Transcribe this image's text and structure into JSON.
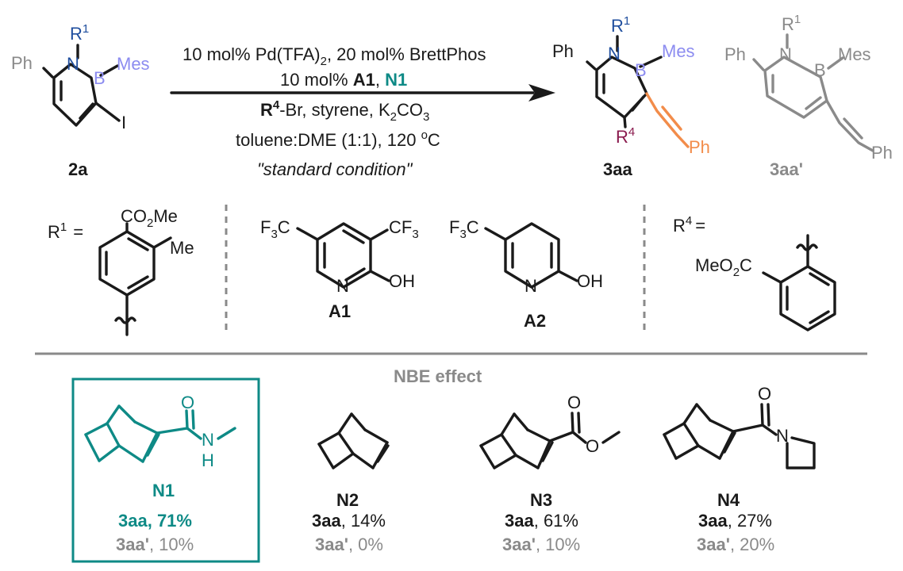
{
  "colors": {
    "nitrogen": "#1f4e9e",
    "boron": "#8c8cf0",
    "r4": "#8a1a4e",
    "styrene": "#f28c4a",
    "n1": "#0e8a86",
    "gray": "#8a8a8a",
    "ink": "#1a1a1a"
  },
  "reaction": {
    "reactant": {
      "id": "2a",
      "atoms": {
        "ph": "Ph",
        "n": "N",
        "r": "R",
        "r_sup": "1",
        "b": "B",
        "mes": "Mes",
        "i": "I"
      }
    },
    "conditions": {
      "line1": {
        "a": "10 mol% Pd(TFA)",
        "a_sub": "2",
        "b": ", 20 mol% BrettPhos"
      },
      "line2": {
        "a": "10 mol% ",
        "a1": "A1",
        "sep": ", ",
        "n1": "N1"
      },
      "line3": {
        "r": "R",
        "r_sup": "4",
        "b": "-Br, styrene, K",
        "k_sub": "2",
        "c": "CO",
        "c_sub": "3"
      },
      "line4": {
        "a": "toluene:DME (1:1), 120 ",
        "deg": "o",
        "c": "C"
      },
      "line5": "\"standard condition\""
    },
    "product": {
      "id": "3aa",
      "atoms": {
        "ph": "Ph",
        "n": "N",
        "r": "R",
        "r_sup": "1",
        "b": "B",
        "mes": "Mes",
        "r4": "R",
        "r4_sup": "4",
        "ph2": "Ph"
      }
    },
    "byproduct": {
      "id": "3aa'",
      "atoms": {
        "ph": "Ph",
        "n": "N",
        "r": "R",
        "r_sup": "1",
        "b": "B",
        "mes": "Mes",
        "ph2": "Ph"
      }
    }
  },
  "substituents": {
    "r1": {
      "label": "R",
      "sup": "1",
      "eq": "=",
      "co2me": "CO",
      "co2me_sub": "2",
      "co2me_end": "Me",
      "me": "Me"
    },
    "a1": {
      "id": "A1",
      "f3c": "F",
      "f3c_sub": "3",
      "f3c_c": "C",
      "cf3": "CF",
      "cf3_sub": "3",
      "n": "N",
      "oh": "OH"
    },
    "a2": {
      "id": "A2",
      "f3c": "F",
      "f3c_sub": "3",
      "f3c_c": "C",
      "n": "N",
      "oh": "OH"
    },
    "r4": {
      "label": "R",
      "sup": "4",
      "eq": "=",
      "meo2c": "MeO",
      "meo2c_sub": "2",
      "meo2c_c": "C"
    }
  },
  "nbe": {
    "title": "NBE effect",
    "items": [
      {
        "id": "N1",
        "product": "3aa",
        "yield": ", 71%",
        "byproduct": "3aa'",
        "by_yield": ", 10%",
        "atoms": {
          "o": "O",
          "n": "N",
          "h": "H"
        }
      },
      {
        "id": "N2",
        "product": "3aa",
        "yield": ", 14%",
        "byproduct": "3aa'",
        "by_yield": ", 0%",
        "atoms": {}
      },
      {
        "id": "N3",
        "product": "3aa",
        "yield": ", 61%",
        "byproduct": "3aa'",
        "by_yield": ", 10%",
        "atoms": {
          "o1": "O",
          "o2": "O"
        }
      },
      {
        "id": "N4",
        "product": "3aa",
        "yield": ", 27%",
        "byproduct": "3aa'",
        "by_yield": ", 20%",
        "atoms": {
          "o": "O",
          "n": "N"
        }
      }
    ]
  }
}
